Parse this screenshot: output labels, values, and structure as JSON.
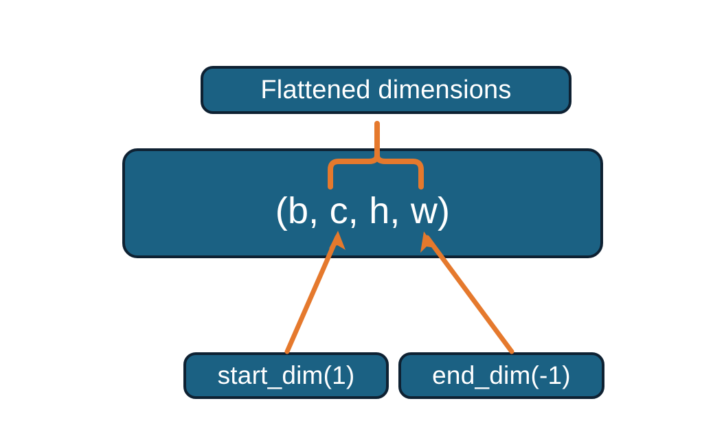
{
  "diagram": {
    "title_text": "Flattened dimensions",
    "tensor_shape_text": "(b, c, h, w)",
    "start_dim_text": "start_dim(1)",
    "end_dim_text": "end_dim(-1)",
    "colors": {
      "node_fill": "#1b6183",
      "node_border": "#0e2132",
      "node_text": "#ffffff",
      "connector": "#e5792d",
      "background": "#ffffff"
    },
    "nodes": [
      {
        "id": "flattened-dimensions",
        "label": "Flattened dimensions"
      },
      {
        "id": "tensor-shape",
        "label": "(b, c, h, w)"
      },
      {
        "id": "start-dim",
        "label": "start_dim(1)"
      },
      {
        "id": "end-dim",
        "label": "end_dim(-1)"
      }
    ],
    "connectors": [
      {
        "id": "brace-to-flattened",
        "type": "curly-brace",
        "from": "tensor-shape-dims-c-h-w",
        "to": "flattened-dimensions",
        "color": "#e5792d"
      },
      {
        "id": "start-dim-arrow",
        "type": "arrow",
        "from": "start-dim",
        "to": "tensor-shape-dim-c",
        "color": "#e5792d"
      },
      {
        "id": "end-dim-arrow",
        "type": "arrow",
        "from": "end-dim",
        "to": "tensor-shape-dim-w",
        "color": "#e5792d"
      }
    ]
  }
}
